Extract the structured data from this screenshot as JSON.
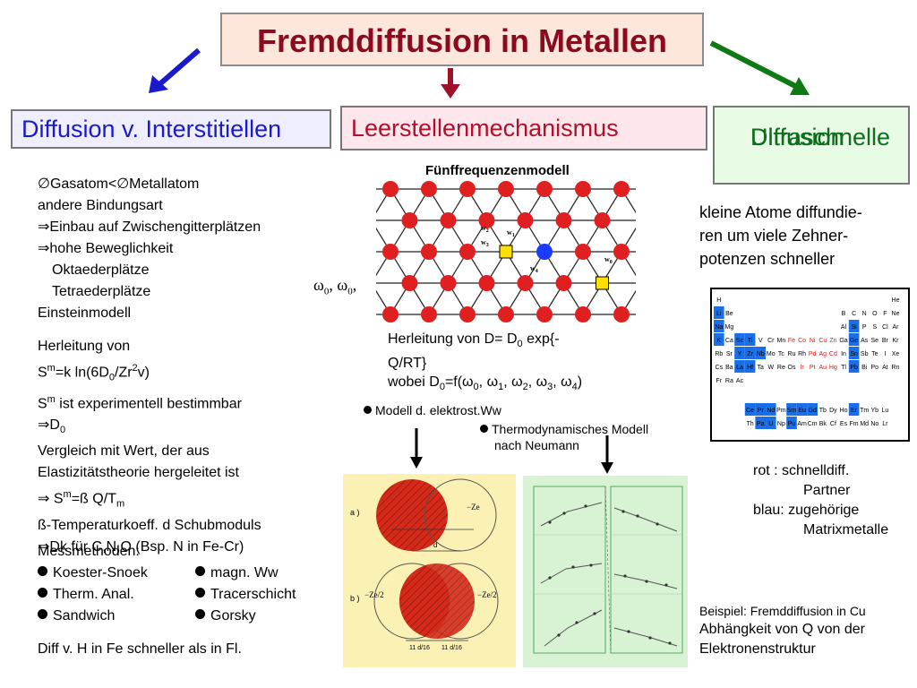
{
  "title": "Fremddiffusion in Metallen",
  "boxes": {
    "left": "Diffusion v. Interstitiellen",
    "mid": "Leerstellenmechanismus",
    "right_l1": "Ultraschnelle",
    "right_l2": "Diffusion"
  },
  "left_col": {
    "l1": "∅Gasatom<∅Metallatom",
    "l2": "andere Bindungsart",
    "l3": "⇒Einbau auf Zwischengitterplätzen",
    "l4": "⇒hohe Beweglichkeit",
    "l5": "Oktaederplätze",
    "l6": "Tetraederplätze",
    "l7": "Einsteinmodell",
    "h1": "Herleitung von",
    "h2_a": "S",
    "h2_sup": "m",
    "h2_b": "=k ln(6D",
    "h2_sub": "0",
    "h2_c": "/Zr",
    "h2_sup2": "2",
    "h2_d": "v)",
    "h3_a": "S",
    "h3_sup": "m",
    "h3_b": " ist experimentell bestimmbar",
    "h4_a": "⇒D",
    "h4_sub": "0",
    "h5": "Vergleich mit Wert, der aus",
    "h6": "Elastizitätstheorie hergeleitet ist",
    "h7_a": "⇒ S",
    "h7_sup": "m",
    "h7_b": "=ß Q/T",
    "h7_sub": "m",
    "h8": "ß-Temperaturkoeff. d Schubmoduls",
    "h9": "⇒Dk für C,N,O (Bsp. N in Fe-Cr)",
    "m_title": "Messmethoden:",
    "m1": "Koester-Snoek",
    "m2": "magn. Ww",
    "m3": "Therm. Anal.",
    "m4": "Tracerschicht",
    "m5": "Sandwich",
    "m6": "Gorsky",
    "last": "Diff v. H in Fe schneller als in Fl."
  },
  "mid_col": {
    "model_title": "Fünffrequenzenmodell",
    "w_labels": [
      "w",
      "w",
      "w",
      "w",
      "w"
    ],
    "w_subs": [
      "1",
      "2",
      "3",
      "4",
      "0"
    ],
    "omega_a": "ω",
    "omega_sub_a": "0",
    "omega_sep": ", ",
    "omega_b": "ω",
    "omega_sub_b": "0",
    "omega_end": ",",
    "d1_a": "Herleitung von D= D",
    "d1_sub": "0",
    "d1_b": " exp{-",
    "d2": "Q/RT}",
    "d3_a": "wobei D",
    "d3_sub": "0",
    "d3_b": "=f(ω",
    "d3_s0": "0",
    "d3_s1": "1",
    "d3_s2": "2",
    "d3_s3": "3",
    "d3_s4": "4",
    "d3_sep": ", ω",
    "d3_end": ")",
    "b1": "Modell d. elektrost.Ww",
    "b2_l1": "Thermodynamisches Modell",
    "b2_l2": "nach Neumann"
  },
  "right_col": {
    "k1": "kleine Atome diffundie-",
    "k2": "ren um  viele  Zehner-",
    "k3": "potenzen schneller",
    "leg1": "rot   : schnelldiff.",
    "leg2": "Partner",
    "leg3": "blau: zugehörige",
    "leg4": "Matrixmetalle",
    "bsp": "Beispiel: Fremddiffusion in Cu",
    "ab1": "Abhängkeit von Q von der",
    "ab2": "Elektronenstruktur"
  },
  "periodic": {
    "rows": [
      [
        "H",
        "",
        "",
        "",
        "",
        "",
        "",
        "",
        "",
        "",
        "",
        "",
        "",
        "",
        "",
        "",
        "",
        "He"
      ],
      [
        "Li",
        "Be",
        "",
        "",
        "",
        "",
        "",
        "",
        "",
        "",
        "",
        "",
        "B",
        "C",
        "N",
        "O",
        "F",
        "Ne"
      ],
      [
        "Na",
        "Mg",
        "",
        "",
        "",
        "",
        "",
        "",
        "",
        "",
        "",
        "",
        "Al",
        "Si",
        "P",
        "S",
        "Cl",
        "Ar"
      ],
      [
        "K",
        "Ca",
        "Sc",
        "Ti",
        "V",
        "Cr",
        "Mn",
        "Fe",
        "Co",
        "Ni",
        "Cu",
        "Zn",
        "Ga",
        "Ge",
        "As",
        "Se",
        "Br",
        "Kr"
      ],
      [
        "Rb",
        "Sr",
        "Y",
        "Zr",
        "Nb",
        "Mo",
        "Tc",
        "Ru",
        "Rh",
        "Pd",
        "Ag",
        "Cd",
        "In",
        "Sn",
        "Sb",
        "Te",
        "I",
        "Xe"
      ],
      [
        "Cs",
        "Ba",
        "La",
        "Hf",
        "Ta",
        "W",
        "Re",
        "Os",
        "Ir",
        "Pt",
        "Au",
        "Hg",
        "Tl",
        "Pb",
        "Bi",
        "Po",
        "At",
        "Rn"
      ],
      [
        "Fr",
        "Ra",
        "Ac",
        "",
        "",
        "",
        "",
        "",
        "",
        "",
        "",
        "",
        "",
        "",
        "",
        "",
        "",
        ""
      ]
    ],
    "rare": [
      [
        "Ce",
        "Pr",
        "Nd",
        "Pm",
        "Sm",
        "Eu",
        "Gd",
        "Tb",
        "Dy",
        "Ho",
        "Er",
        "Tm",
        "Yb",
        "Lu"
      ],
      [
        "Th",
        "Pa",
        "U",
        "Np",
        "Pu",
        "Am",
        "Cm",
        "Bk",
        "Cf",
        "Es",
        "Fm",
        "Md",
        "No",
        "Lr"
      ]
    ],
    "blue": [
      "Li",
      "Na",
      "K",
      "Si",
      "Ge",
      "Sn",
      "Pb",
      "Ti",
      "Zr",
      "Hf",
      "Nb",
      "Y",
      "La",
      "Sc",
      "Ce",
      "Pr",
      "Nd",
      "Sm",
      "Eu",
      "Gd",
      "Er",
      "Pu",
      "Pa",
      "U"
    ],
    "red": [
      "Fe",
      "Co",
      "Ni",
      "Cu",
      "Zn",
      "Pd",
      "Ag",
      "Cd",
      "Ir",
      "Pt",
      "Au",
      "Hg"
    ]
  },
  "colors": {
    "title": "#8b0a1e",
    "arrow_left": "#1a1acc",
    "arrow_mid": "#a0102a",
    "arrow_right": "#0f7a14",
    "atom": "#e02020",
    "vacancy": "#ffe000",
    "solute": "#1a3cff"
  }
}
